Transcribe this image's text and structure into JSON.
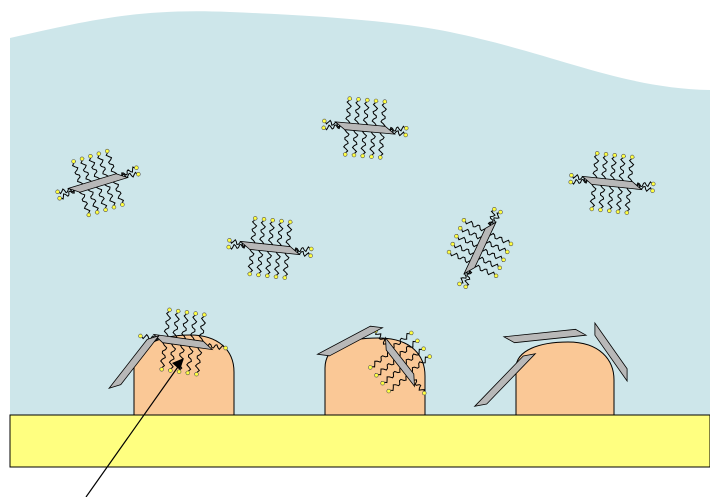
{
  "diagram": {
    "colors": {
      "background": "#ffffff",
      "liquid": "#cde6ea",
      "substrate": "#ffff80",
      "substrate_stroke": "#000000",
      "bump": "#fac896",
      "bump_stroke": "#000000",
      "platelet_fill": "#b8b8b8",
      "platelet_stroke": "#000000",
      "ligand_stroke": "#000000",
      "headgroup_fill": "#ffff40",
      "headgroup_stroke": "#555555",
      "arrow": "#000000"
    },
    "elements": [
      "liquid-region",
      "substrate-layer",
      "dispersed-platelet",
      "surface-bump",
      "adsorbed-platelet",
      "bare-platelet",
      "pointer-arrow"
    ]
  }
}
